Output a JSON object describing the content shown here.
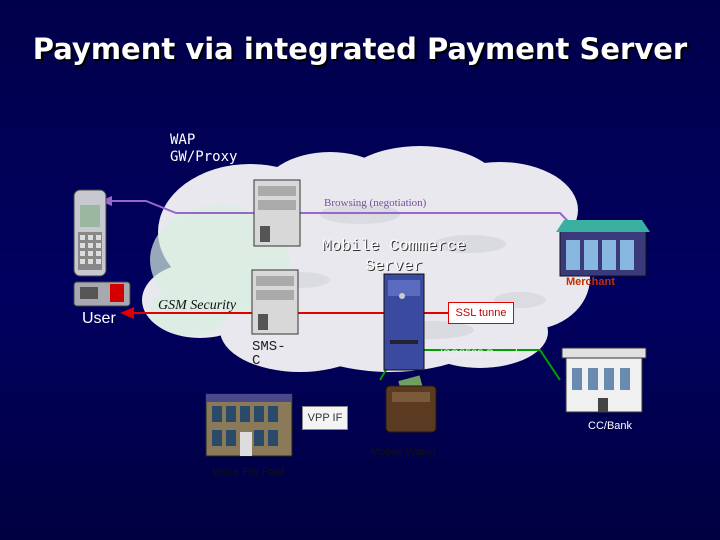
{
  "slide": {
    "title": "Payment via integrated Payment Server"
  },
  "labels": {
    "wap_line1": "WAP",
    "wap_line2": "GW/Proxy",
    "user": "User",
    "gsm_security": "GSM Security",
    "browsing": "Browsing (negotiation)",
    "mcs_line1": "Mobile Commerce",
    "mcs_line2": "Server",
    "merchant": "Merchant",
    "ssl": "SSL tunne",
    "sms_line1": "SMS-",
    "sms_line2": "C",
    "iso": "ISO8583 Based",
    "vpp": "VPP IF",
    "cc_bank": "CC/Bank",
    "mobile_wallet": "Mobile Wallet",
    "voice_prepaid": "Voice Pre.Paid"
  },
  "colors": {
    "background": "#000050",
    "browsing_line": "#9966cc",
    "gsm_line": "#e00000",
    "iso_line": "#00a000"
  }
}
